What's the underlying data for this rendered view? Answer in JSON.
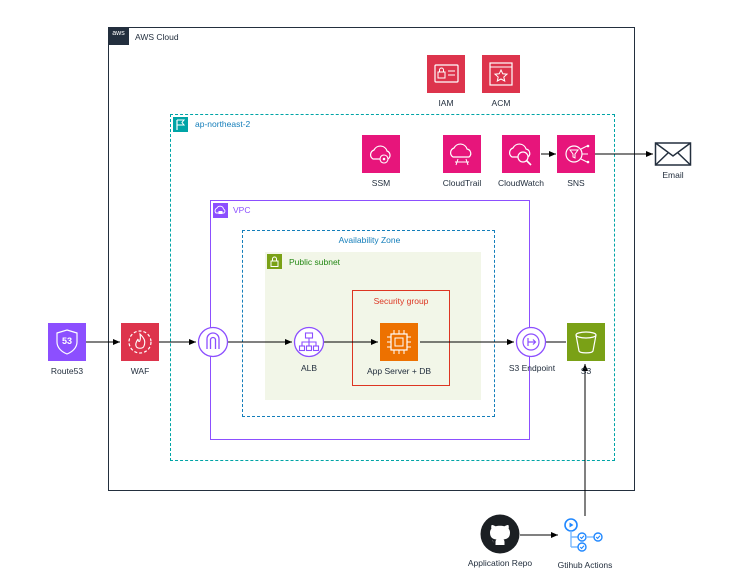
{
  "groups": {
    "aws_cloud": "AWS Cloud",
    "aws_logo": "aws",
    "region": "ap-northeast-2",
    "vpc": "VPC",
    "availability_zone": "Availability Zone",
    "public_subnet": "Public subnet",
    "security_group": "Security group"
  },
  "services": {
    "iam": "IAM",
    "acm": "ACM",
    "ssm": "SSM",
    "cloudtrail": "CloudTrail",
    "cloudwatch": "CloudWatch",
    "sns": "SNS",
    "email": "Email",
    "route53": "Route53",
    "route53_badge": "53",
    "waf": "WAF",
    "alb": "ALB",
    "app_server": "App Server + DB",
    "s3_endpoint": "S3 Endpoint",
    "s3": "S3",
    "github_repo": "Application Repo",
    "github_actions": "Gtihub Actions"
  },
  "colors": {
    "security_identity": "#dd344c",
    "management": "#e7157b",
    "networking": "#8c4fff",
    "compute": "#ed7100",
    "storage": "#7aa116",
    "region_border": "#00a4a6",
    "vpc_border": "#8c4fff",
    "az_border": "#147eba",
    "subnet_fill": "#f2f6e8",
    "subnet_text": "#248814",
    "security_group_border": "#dd3522",
    "actions_blue": "#2188ff"
  },
  "icons": {
    "iam": "id-card-lock-icon",
    "acm": "certificate-star-icon",
    "ssm": "cloud-gear-icon",
    "cloudtrail": "cloud-trail-icon",
    "cloudwatch": "cloud-magnifier-icon",
    "sns": "sns-fanout-icon",
    "email": "envelope-icon",
    "route53": "route53-shield-icon",
    "waf": "firewall-icon",
    "igw": "internet-gateway-icon",
    "alb": "load-balancer-icon",
    "ec2": "chip-icon",
    "s3_endpoint": "endpoint-icon",
    "s3": "bucket-icon",
    "github": "github-octocat-icon",
    "actions": "github-actions-icon"
  }
}
